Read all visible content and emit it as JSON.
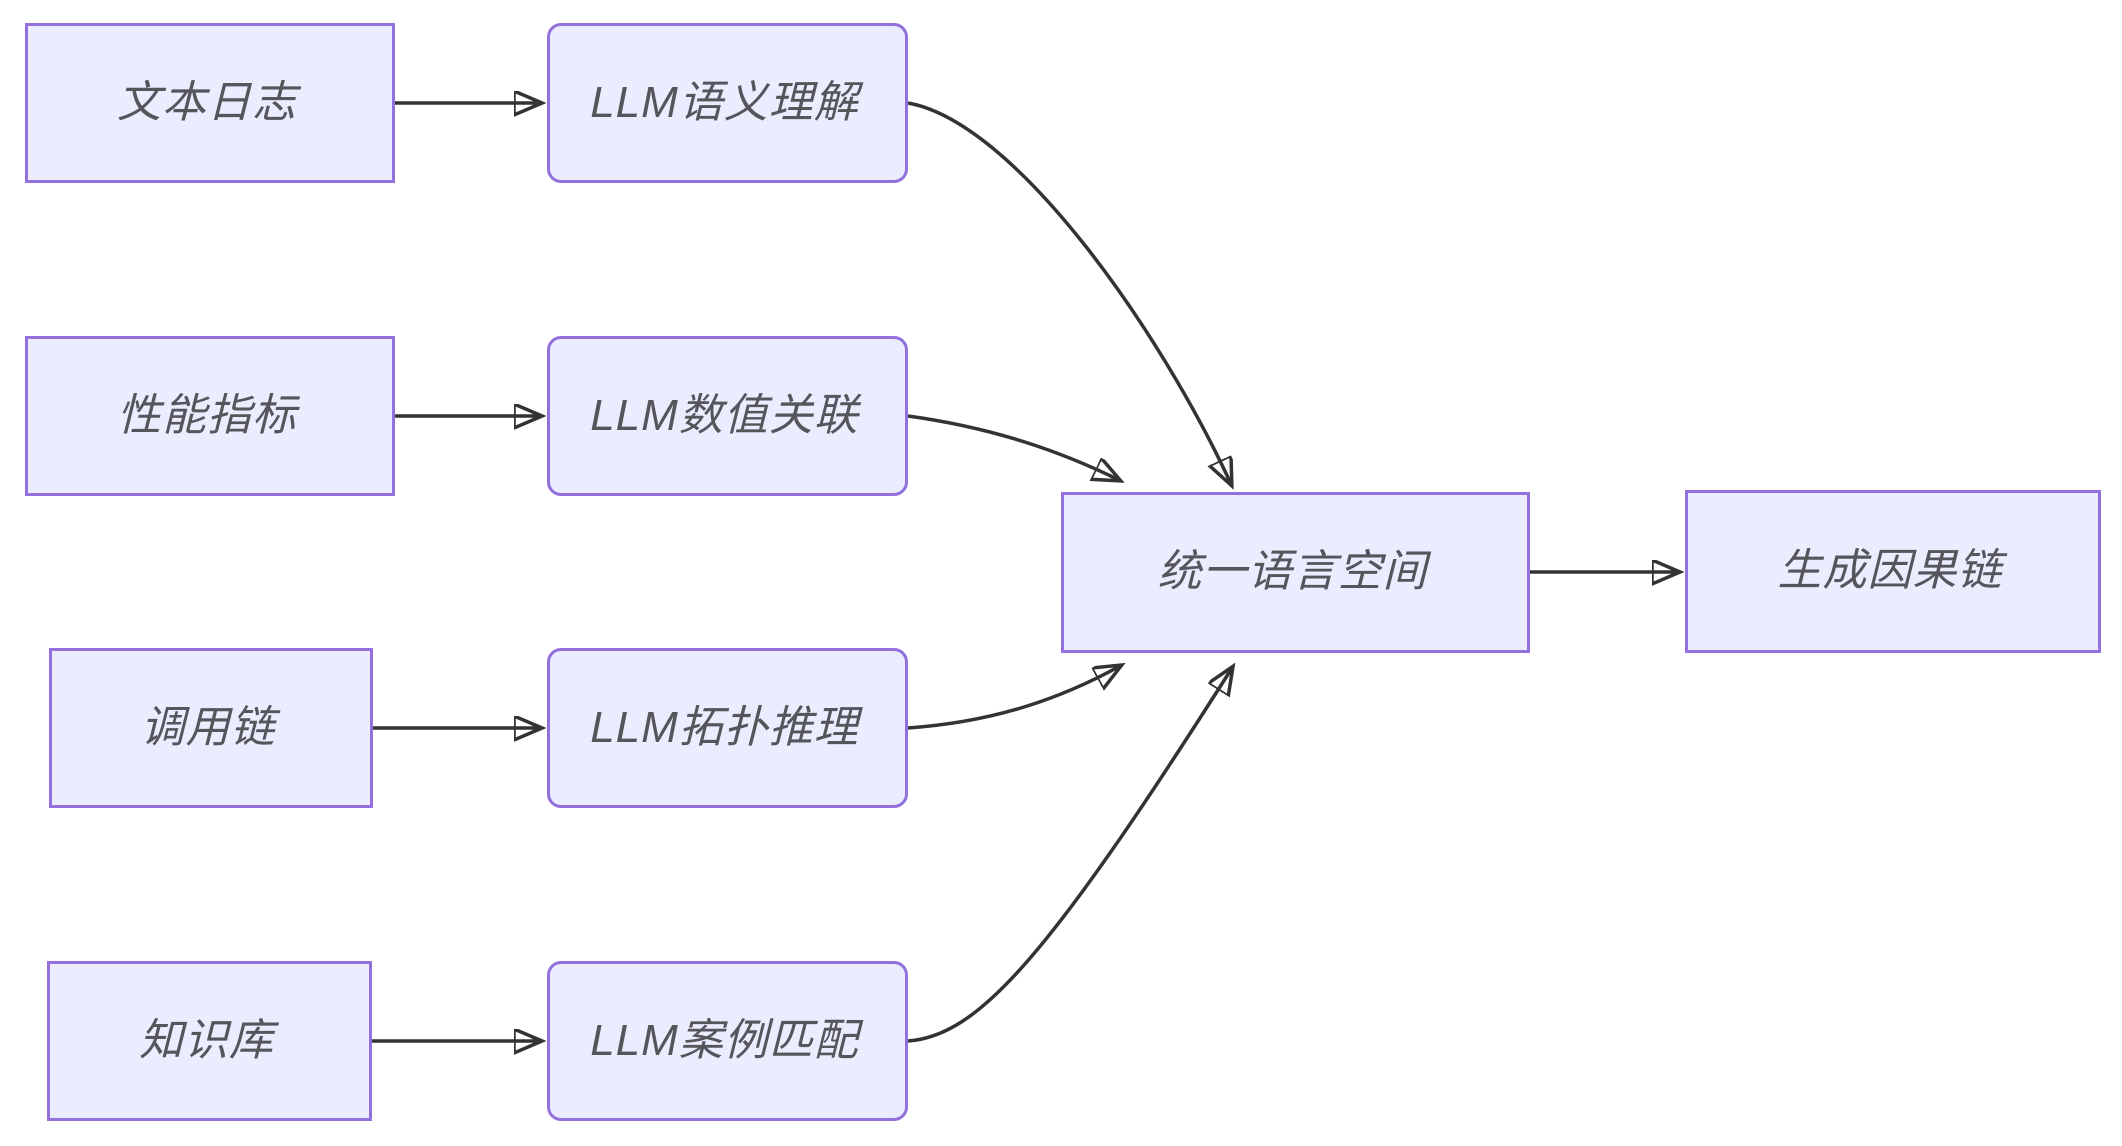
{
  "diagram_type": "flowchart",
  "colors": {
    "background": "#ffffff",
    "node_fill": "#ECECFF",
    "node_border": "#9370DB",
    "edge": "#333333",
    "label": "#55555c"
  },
  "nodes": {
    "text_log": {
      "label": "文本日志",
      "shape": "rect"
    },
    "perf_metric": {
      "label": "性能指标",
      "shape": "rect"
    },
    "call_chain": {
      "label": "调用链",
      "shape": "rect"
    },
    "knowledge_base": {
      "label": "知识库",
      "shape": "rect"
    },
    "llm_semantic": {
      "label": "LLM语义理解",
      "shape": "rounded"
    },
    "llm_numeric": {
      "label": "LLM数值关联",
      "shape": "rounded"
    },
    "llm_topology": {
      "label": "LLM拓扑推理",
      "shape": "rounded"
    },
    "llm_case": {
      "label": "LLM案例匹配",
      "shape": "rounded"
    },
    "unified_space": {
      "label": "统一语言空间",
      "shape": "rect"
    },
    "causal_chain": {
      "label": "生成因果链",
      "shape": "rect"
    }
  },
  "edges": [
    {
      "from": "文本日志",
      "to": "LLM语义理解"
    },
    {
      "from": "性能指标",
      "to": "LLM数值关联"
    },
    {
      "from": "调用链",
      "to": "LLM拓扑推理"
    },
    {
      "from": "知识库",
      "to": "LLM案例匹配"
    },
    {
      "from": "LLM语义理解",
      "to": "统一语言空间"
    },
    {
      "from": "LLM数值关联",
      "to": "统一语言空间"
    },
    {
      "from": "LLM拓扑推理",
      "to": "统一语言空间"
    },
    {
      "from": "LLM案例匹配",
      "to": "统一语言空间"
    },
    {
      "from": "统一语言空间",
      "to": "生成因果链"
    }
  ]
}
